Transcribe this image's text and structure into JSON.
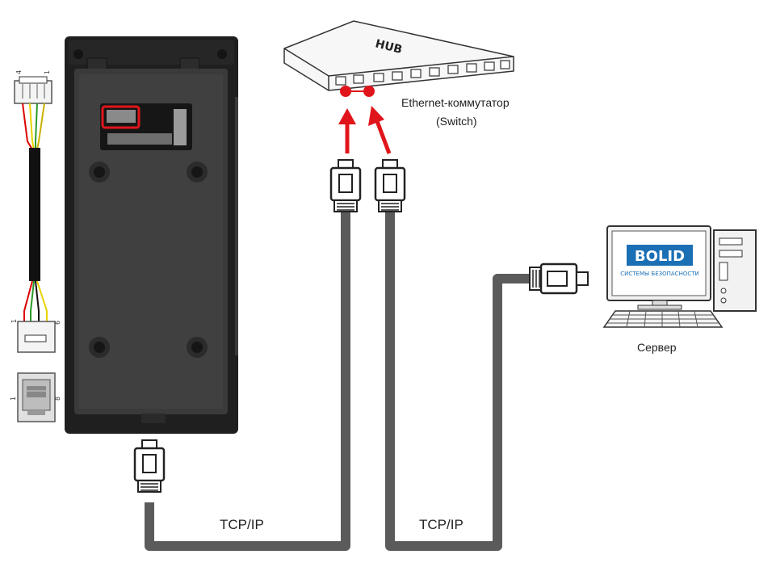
{
  "switch": {
    "hub_text": "HUB",
    "label_line1": "Ethernet-коммутатор",
    "label_line2": "(Switch)"
  },
  "server": {
    "brand_text": "BOLID",
    "brand_subtext": "СИСТЕМЫ БЕЗОПАСНОСТИ",
    "label": "Сервер"
  },
  "links": {
    "left_label": "TCP/IP",
    "right_label": "TCP/IP"
  },
  "connector": {
    "pin_first": "4",
    "pin_last": "1",
    "pin_bottom_left": "1",
    "pin_bottom_right": "6",
    "rj_left": "1",
    "rj_right": "8"
  },
  "colors": {
    "cable": "#5b5b5b",
    "device_body": "#2e2e2e",
    "highlight": "#e0151b",
    "brand_blue": "#1b6fb5"
  }
}
